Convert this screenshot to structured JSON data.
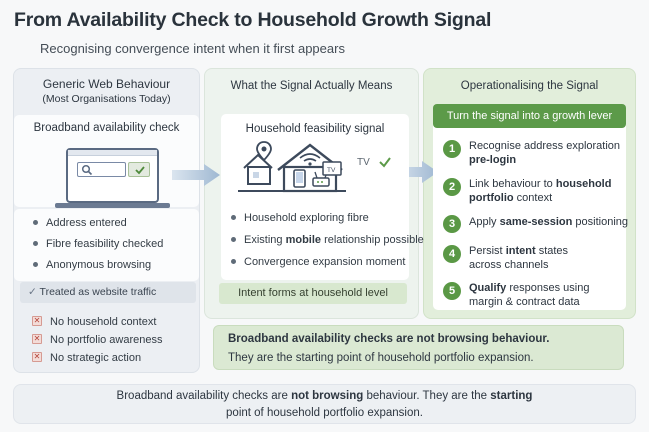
{
  "header": {
    "title": "From Availability Check to Household Growth Signal",
    "subtitle": "Recognising convergence intent when it first appears"
  },
  "colors": {
    "accent_green": "#5c9a49",
    "panel_grey": "#eceff3",
    "panel_green": "#e2eedb",
    "arrow_blue": "#a9bfd6",
    "x_red": "#b5453a"
  },
  "left_panel": {
    "heading_line1": "Generic Web Behaviour",
    "heading_line2": "(Most Organisations Today)",
    "card_title": "Broadband availability check",
    "icon": "laptop-search-icon",
    "bullets": [
      "Address entered",
      "Fibre feasibility checked",
      "Anonymous browsing"
    ],
    "treated_label": "Treated as website traffic",
    "negatives": [
      "No household context",
      "No portfolio awareness",
      "No strategic action"
    ]
  },
  "middle_panel": {
    "heading": "What the Signal Actually Means",
    "card_title": "Household feasibility signal",
    "icon": "house-devices-icon",
    "tv_label": "TV",
    "bullets": [
      {
        "pre": "Household exploring fibre",
        "bold": "",
        "post": ""
      },
      {
        "pre": "Existing ",
        "bold": "mobile",
        "post": " relationship possible"
      },
      {
        "pre": "Convergence expansion moment",
        "bold": "",
        "post": ""
      }
    ],
    "intent_label": "Intent forms at household level"
  },
  "right_panel": {
    "heading": "Operationalising the Signal",
    "banner": "Turn the signal into a growth lever",
    "steps": [
      {
        "num": "1",
        "l1_pre": "Recognise address exploration",
        "l1_bold": "",
        "l2_pre": "",
        "l2_bold": "pre-login",
        "l2_post": ""
      },
      {
        "num": "2",
        "l1_pre": "Link behaviour to ",
        "l1_bold": "household",
        "l2_pre": "",
        "l2_bold": "portfolio",
        "l2_post": " context"
      },
      {
        "num": "3",
        "l1_pre": "Apply ",
        "l1_bold": "same-session",
        "l1_post": " positioning"
      },
      {
        "num": "4",
        "l1_pre": "Persist ",
        "l1_bold": "intent",
        "l1_post": " states",
        "l2_pre": "across channels"
      },
      {
        "num": "5",
        "l1_pre": "",
        "l1_bold": "Qualify",
        "l1_post": " responses using",
        "l2_pre": "margin & contract data"
      }
    ]
  },
  "callout": {
    "line1_bold": "Broadband availability checks are not browsing behaviour.",
    "line2": "They are the starting point of household portfolio expansion."
  },
  "footer": {
    "p1": "Broadband availability checks are ",
    "b1": "not browsing",
    "p2": " behaviour. They are the ",
    "b2": "starting",
    "line2": "point of household portfolio expansion."
  }
}
